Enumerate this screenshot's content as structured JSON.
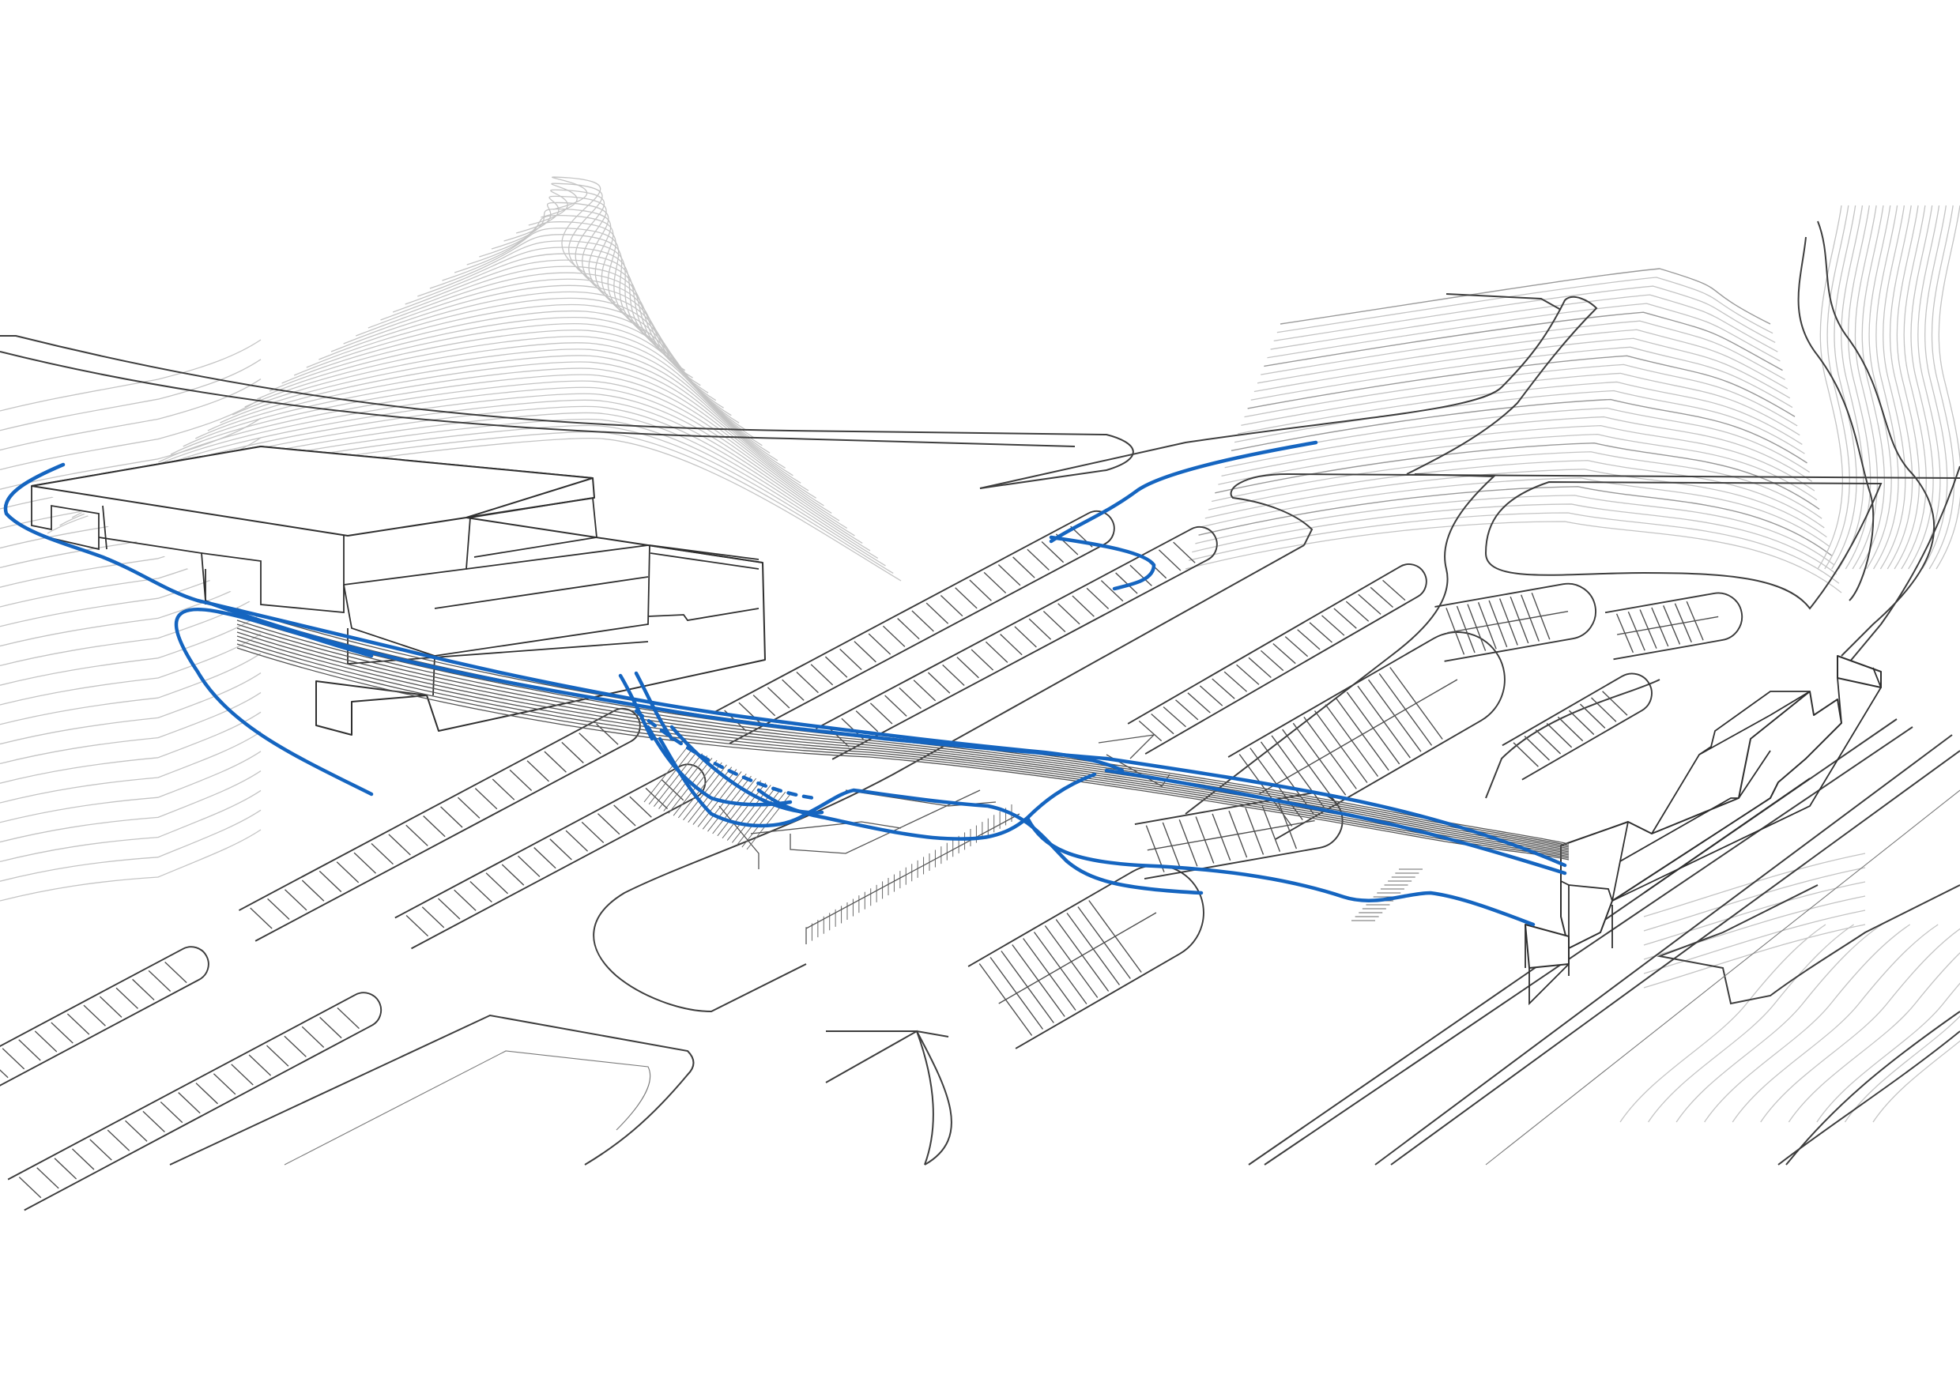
{
  "drawing": {
    "type": "axonometric line drawing",
    "elements": [
      "terrain-contours",
      "roads",
      "parking-lots",
      "main-building",
      "footbridge",
      "stair-ramps",
      "station-building",
      "railway",
      "pedestrian-flow-lines"
    ]
  },
  "colors": {
    "background": "#ffffff",
    "linework": "#3a3a3a",
    "contour": "#c4c4c4",
    "pedestrian_flow": "#1565c0"
  },
  "icons": []
}
